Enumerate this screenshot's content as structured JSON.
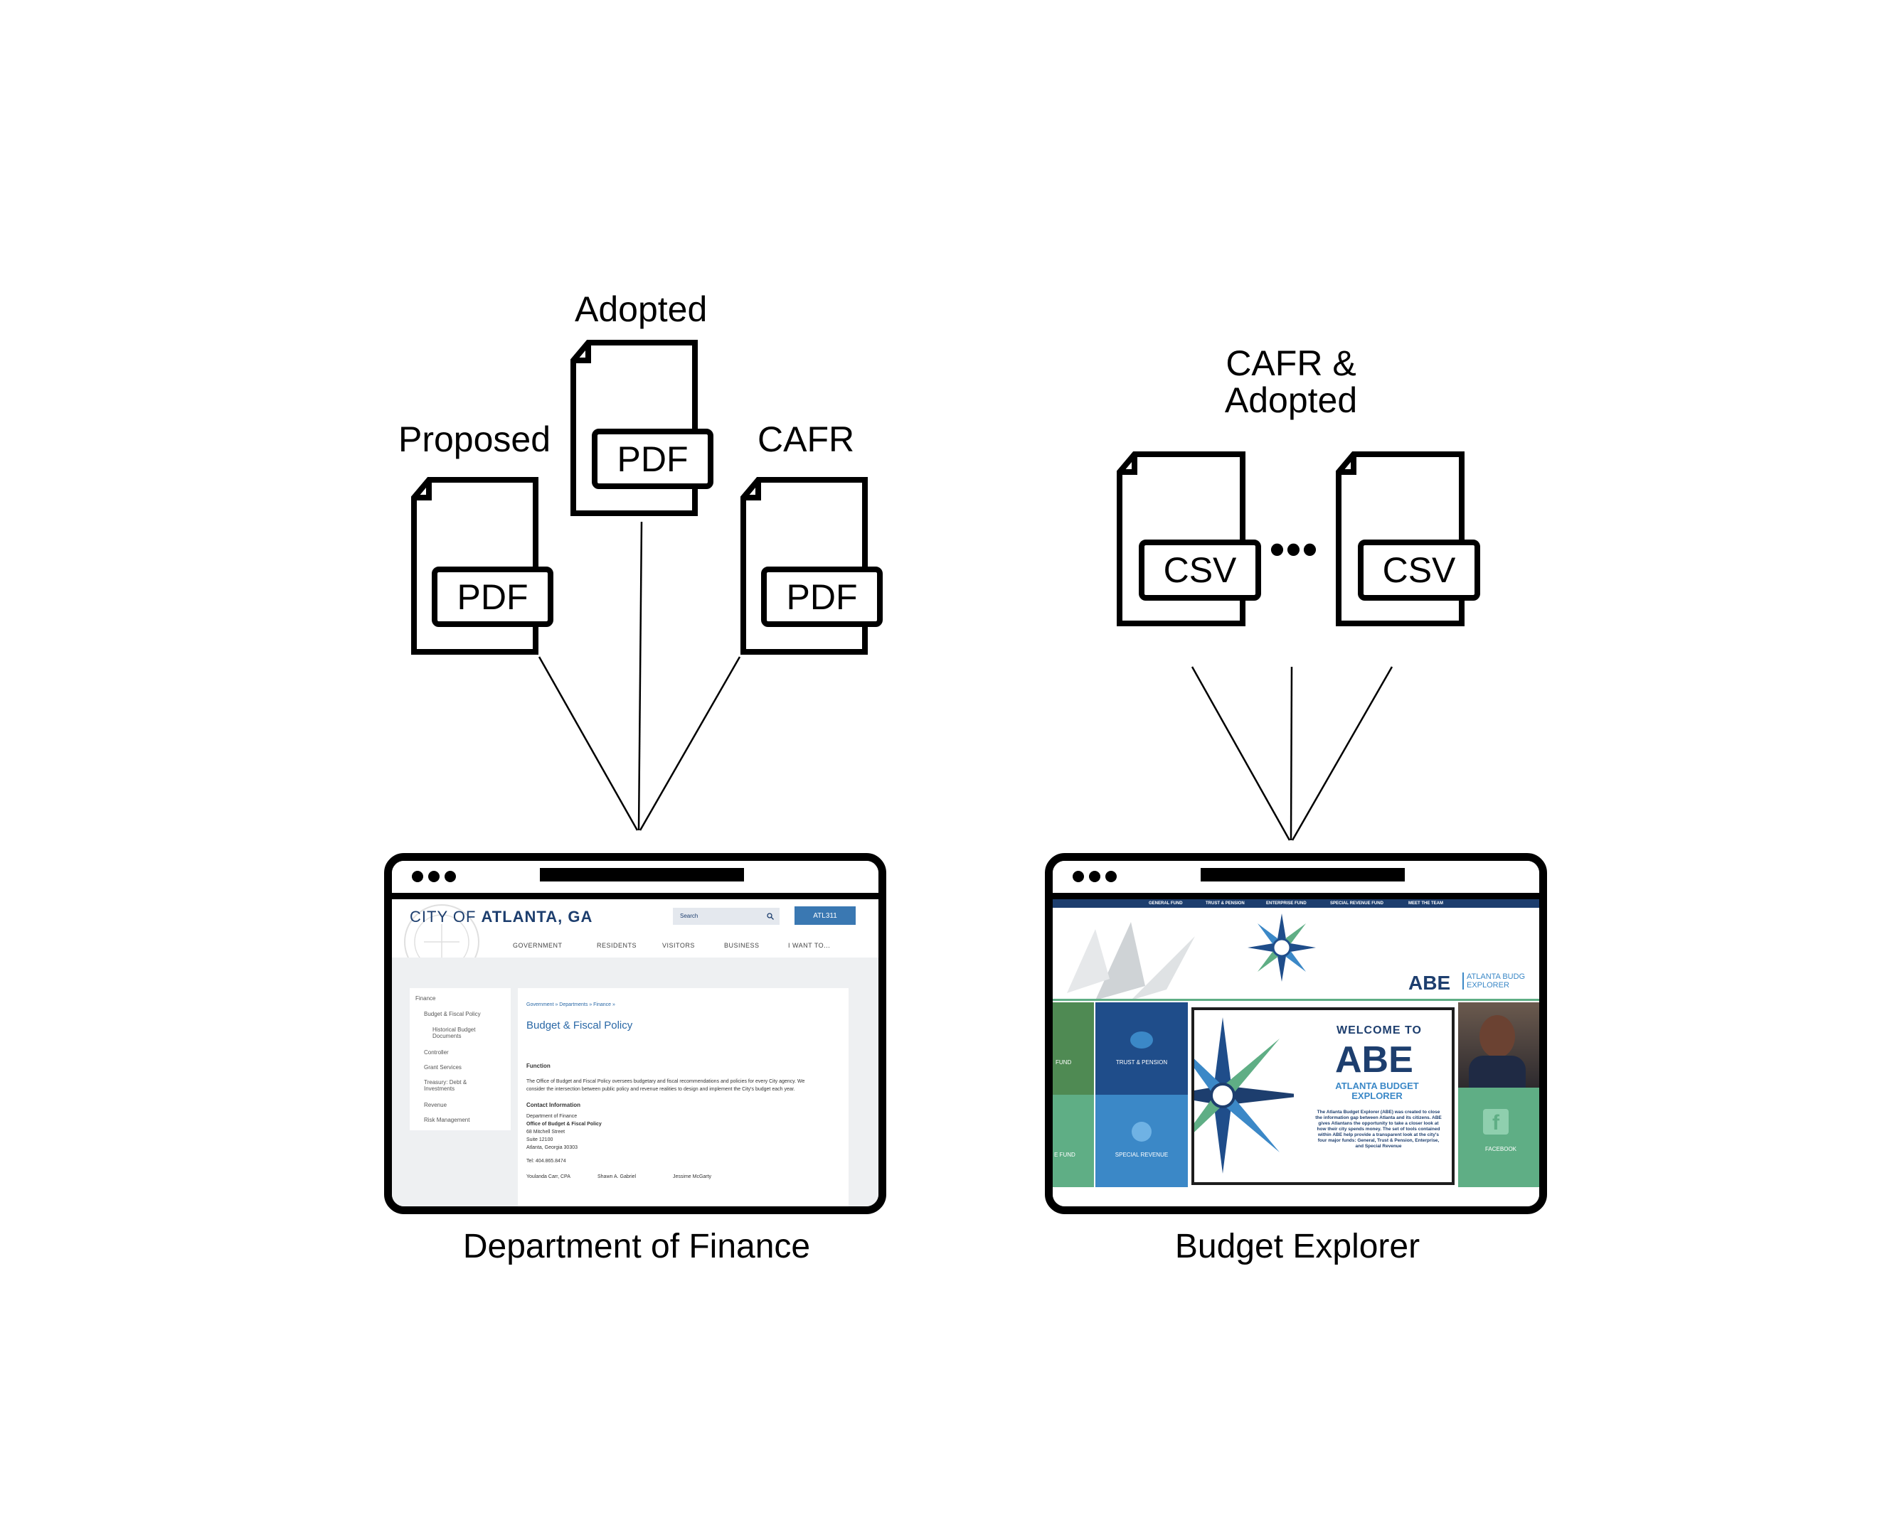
{
  "labels": {
    "proposed": "Proposed",
    "adopted": "Adopted",
    "cafr": "CAFR",
    "cafr_adopted": "CAFR &\nAdopted"
  },
  "docs": {
    "pdf": "PDF",
    "csv": "CSV",
    "ellipsis": "•••"
  },
  "captions": {
    "finance": "Department of Finance",
    "explorer": "Budget Explorer"
  },
  "finance_site": {
    "logo_prefix": "CITY OF ",
    "logo_city": "ATLANTA, GA",
    "search_placeholder": "Search",
    "atl311": "ATL311",
    "nav": [
      "GOVERNMENT",
      "RESIDENTS",
      "VISITORS",
      "BUSINESS",
      "I WANT TO..."
    ],
    "sidebar": [
      "Finance",
      "Budget & Fiscal Policy",
      "Historical Budget Documents",
      "Controller",
      "Grant Services",
      "Treasury: Debt & Investments",
      "Revenue",
      "Risk Management"
    ],
    "breadcrumb": "Government » Departments » Finance »",
    "page_title": "Budget & Fiscal Policy",
    "section_function": "Function",
    "function_text_1": "The Office of Budget and Fiscal Policy oversees budgetary and fiscal recommendations and policies for every City agency. We",
    "function_text_2": "consider the intersection between public policy and revenue realities to design and implement the City's budget each year.",
    "section_contact": "Contact Information",
    "contact_lines": [
      "Department of Finance",
      "Office of Budget & Fiscal Policy",
      "68 Mitchell Street",
      "Suite 12100",
      "Atlanta, Georgia 30303"
    ],
    "tel": "Tel: 404.865.8474",
    "people": [
      "Youlanda Carr, CPA",
      "Shawn A. Gabriel",
      "Jessime McGarty"
    ]
  },
  "abe_site": {
    "top_nav": [
      "GENERAL FUND",
      "TRUST & PENSION",
      "ENTERPRISE FUND",
      "SPECIAL REVENUE FUND",
      "MEET THE TEAM"
    ],
    "brand": "ABE",
    "brand_sub_1": "ATLANTA BUDG",
    "brand_sub_2": "EXPLORER",
    "tile_trust": "TRUST & PENSION",
    "tile_special": "SPECIAL REVENUE",
    "tile_fund_1": "FUND",
    "tile_fund_2": "E FUND",
    "tile_facebook": "FACEBOOK",
    "welcome_to": "WELCOME TO",
    "welcome_abe": "ABE",
    "welcome_sub": "ATLANTA BUDGET EXPLORER",
    "welcome_text": "The Atlanta Budget Explorer (ABE) was created to close the information gap between Atlanta and its citizens. ABE gives Atlantans the opportunity to take a closer look at how their city spends money. The set of tools contained within ABE help provide a transparent look at the city's four major funds: General, Trust & Pension, Enterprise, and Special Revenue"
  },
  "colors": {
    "ink": "#000000",
    "atlanta_blue": "#1d3e6e",
    "link_blue": "#2a68a6",
    "abe_green": "#5fae85",
    "abe_blue": "#1f4d8a",
    "abe_light_blue": "#3b88c7"
  }
}
